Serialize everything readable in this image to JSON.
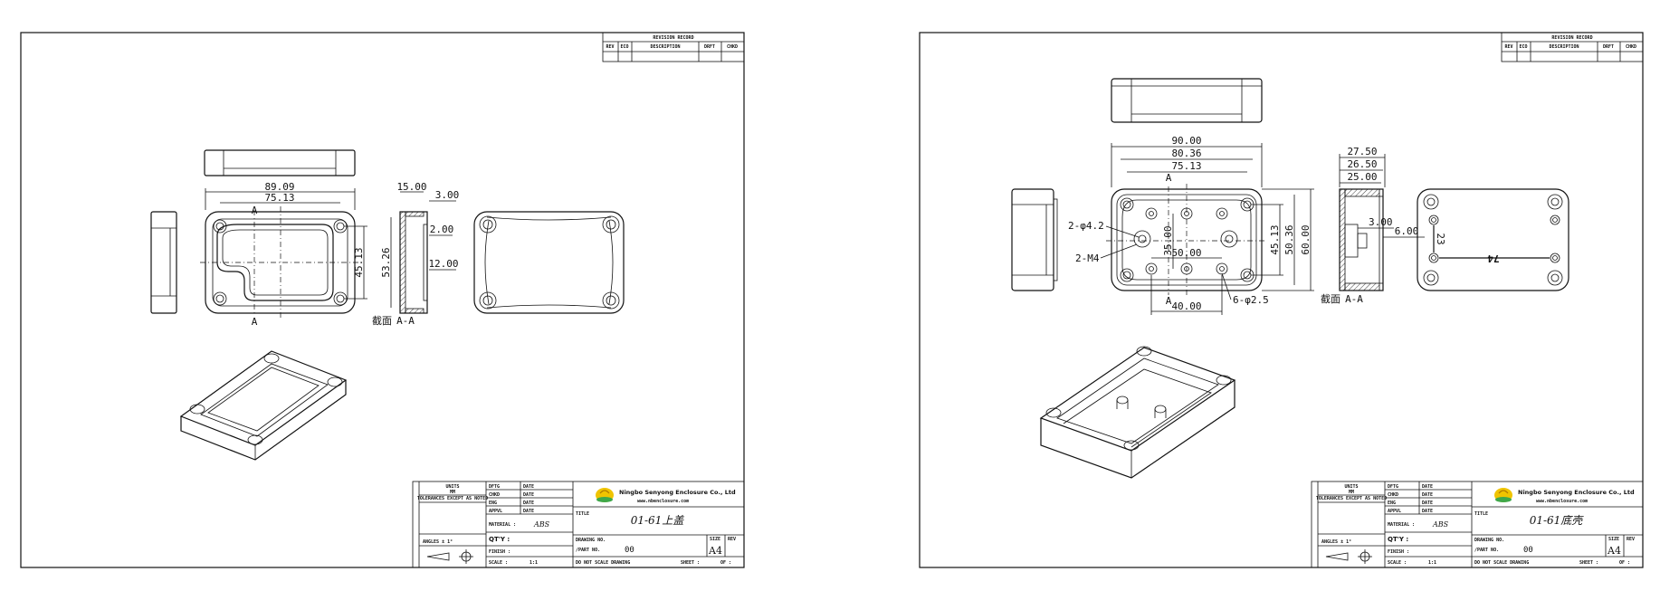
{
  "left_sheet": {
    "revision_header": "REVISION RECORD",
    "revision_cols": [
      "REV",
      "ECO",
      "DESCRIPTION",
      "DRFT",
      "CHKD"
    ],
    "dims": {
      "d1": "89.09",
      "d2": "75.13",
      "d3": "45.13",
      "d4": "53.26",
      "d5": "15.00",
      "d6": "3.00",
      "d7": "2.00",
      "d8": "12.00"
    },
    "section_marker_top": "A",
    "section_marker_bottom": "A",
    "section_label_cjk": "截面",
    "section_label": "A-A",
    "title_block": {
      "company": "Ningbo Senyong Enclosure Co., Ltd",
      "website": "www.nbenclosure.com",
      "title_label": "TITLE",
      "title": "01-61上盖",
      "material_label": "MATERIAL :",
      "material": "ABS",
      "qty_label": "QT'Y :",
      "finish_label": "FINISH :",
      "scale_label": "SCALE :",
      "scale": "1:1",
      "drawing_label": "DRAWING NO.",
      "part_label": "/PART NO.",
      "part_no": "00",
      "size_label": "SIZE",
      "size": "A4",
      "rev_label": "REV",
      "note": "DO NOT SCALE DRAWING",
      "sheet_label": "SHEET :",
      "of_label": "OF :",
      "sign_rows": [
        "DFTG",
        "CHKD",
        "ENG",
        "APPVL"
      ],
      "date_label": "DATE",
      "units": "UNITS",
      "mm": "MM",
      "tolerances_label": "TOLERANCES EXCEPT AS NOTED",
      "angle_tol": "ANGLES ± 1°"
    }
  },
  "right_sheet": {
    "revision_header": "REVISION RECORD",
    "revision_cols": [
      "REV",
      "ECO",
      "DESCRIPTION",
      "DRFT",
      "CHKD"
    ],
    "dims": {
      "d1": "90.00",
      "d2": "80.36",
      "d3": "75.13",
      "d4": "35.00",
      "d5": "50.00",
      "d6": "40.00",
      "d7": "45.13",
      "d8": "50.36",
      "d9": "60.00",
      "d10": "27.50",
      "d11": "26.50",
      "d12": "25.00",
      "d13": "3.00",
      "d14": "6.00"
    },
    "callouts": {
      "c1": "2-φ4.2",
      "c2": "2-M4",
      "c3": "6-φ2.5"
    },
    "section_marker_top": "A",
    "section_marker_bottom": "A",
    "section_label_cjk": "截面",
    "section_label": "A-A",
    "back_dim_a": "23",
    "back_dim_b": "74",
    "title_block": {
      "company": "Ningbo Senyong Enclosure Co., Ltd",
      "website": "www.nbenclosure.com",
      "title_label": "TITLE",
      "title": "01-61底壳",
      "material_label": "MATERIAL :",
      "material": "ABS",
      "qty_label": "QT'Y :",
      "finish_label": "FINISH :",
      "scale_label": "SCALE :",
      "scale": "1:1",
      "drawing_label": "DRAWING NO.",
      "part_label": "/PART NO.",
      "part_no": "00",
      "size_label": "SIZE",
      "size": "A4",
      "rev_label": "REV",
      "note": "DO NOT SCALE DRAWING",
      "sheet_label": "SHEET :",
      "of_label": "OF :",
      "sign_rows": [
        "DFTG",
        "CHKD",
        "ENG",
        "APPVL"
      ],
      "date_label": "DATE",
      "units": "UNITS",
      "mm": "MM",
      "tolerances_label": "TOLERANCES EXCEPT AS NOTED",
      "angle_tol": "ANGLES ± 1°"
    }
  }
}
